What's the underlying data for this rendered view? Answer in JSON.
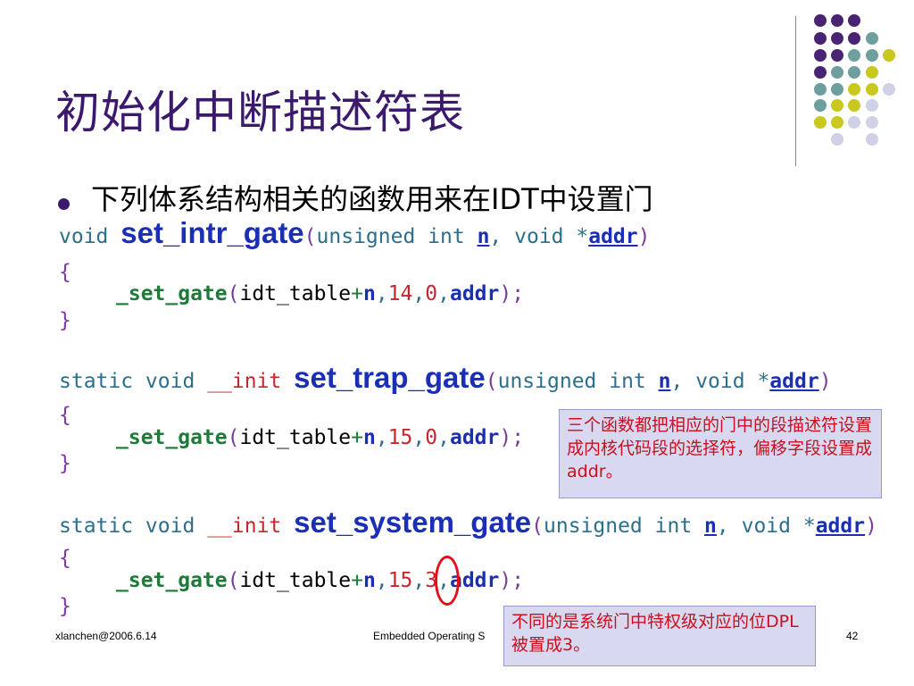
{
  "slide": {
    "title": "初始化中断描述符表",
    "bullet": "下列体系结构相关的函数用来在IDT中设置门"
  },
  "code": {
    "intr": {
      "type": "void",
      "name": "set_intr_gate",
      "params_open": "(",
      "param_type1": "unsigned int",
      "arg1": "n",
      "sep": ",",
      "param_type2": "void *",
      "arg2": "addr",
      "params_close": ")",
      "brace_open": "{",
      "call": "_set_gate",
      "call_open": "(",
      "table": "idt_table",
      "plus": "+",
      "n": "n",
      "comma1": ",",
      "num1": "14",
      "comma2": ",",
      "num2": "0",
      "comma3": ",",
      "addr": "addr",
      "call_close": ");",
      "brace_close": "}"
    },
    "trap": {
      "type": "static void",
      "init": "__init",
      "name": "set_trap_gate",
      "num1": "15",
      "num2": "0"
    },
    "system": {
      "type": "static void",
      "init": "__init",
      "name": "set_system_gate",
      "num1": "15",
      "num2": "3"
    }
  },
  "notes": {
    "note1": "三个函数都把相应的门中的段描述符设置成内核代码段的选择符，偏移字段设置成addr。",
    "note2": "不同的是系统门中特权级对应的位DPL被置成3。"
  },
  "footer": {
    "left": "xlanchen@2006.6.14",
    "center": "Embedded Operating S",
    "page": "42"
  },
  "colors": {
    "title": "#3b1a6e",
    "dot_purple": "#4a2474",
    "dot_teal": "#6e9e9e",
    "dot_yellow": "#c8c81e",
    "dot_lavender": "#d0d0e6",
    "note_bg": "#d8d8f0",
    "note_text": "#c8101e"
  }
}
